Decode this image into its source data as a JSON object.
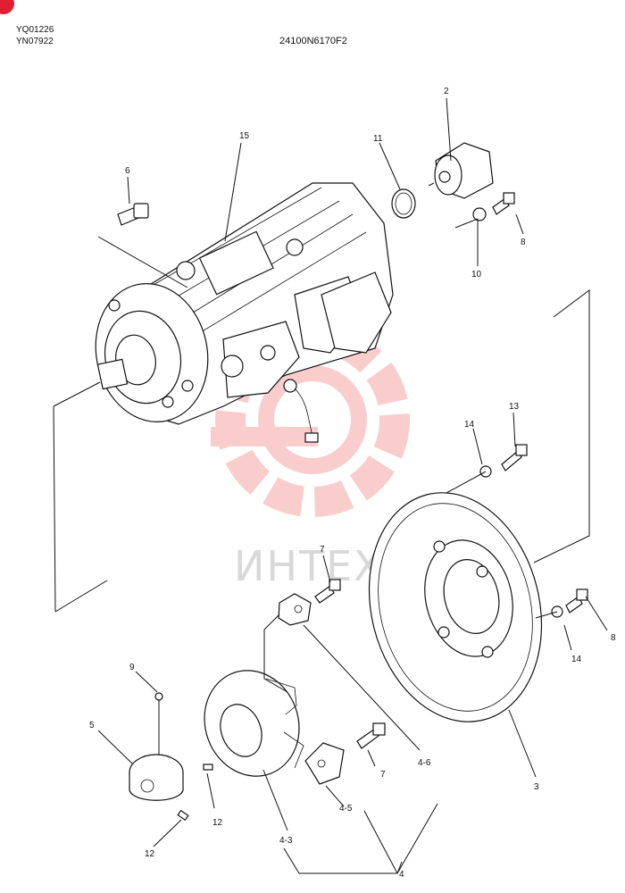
{
  "header": {
    "code_left_1": "YQ01226",
    "code_left_2": "YN07922",
    "drawing_number": "24100N6170F2"
  },
  "watermark": {
    "text": "ИНТЕХ",
    "color": "#f05050"
  },
  "callouts": [
    {
      "id": "c15",
      "text": "15"
    },
    {
      "id": "c2",
      "text": "2"
    },
    {
      "id": "c11",
      "text": "11"
    },
    {
      "id": "c6",
      "text": "6"
    },
    {
      "id": "c8a",
      "text": "8"
    },
    {
      "id": "c10",
      "text": "10"
    },
    {
      "id": "c14a",
      "text": "14"
    },
    {
      "id": "c13",
      "text": "13"
    },
    {
      "id": "c7a",
      "text": "7"
    },
    {
      "id": "c8b",
      "text": "8"
    },
    {
      "id": "c14b",
      "text": "14"
    },
    {
      "id": "c9",
      "text": "9"
    },
    {
      "id": "c5",
      "text": "5"
    },
    {
      "id": "c12a",
      "text": "12"
    },
    {
      "id": "c12b",
      "text": "12"
    },
    {
      "id": "c7b",
      "text": "7"
    },
    {
      "id": "c46",
      "text": "4-6"
    },
    {
      "id": "c45",
      "text": "4-5"
    },
    {
      "id": "c43",
      "text": "4-3"
    },
    {
      "id": "c4",
      "text": "4"
    },
    {
      "id": "c3",
      "text": "3"
    }
  ]
}
